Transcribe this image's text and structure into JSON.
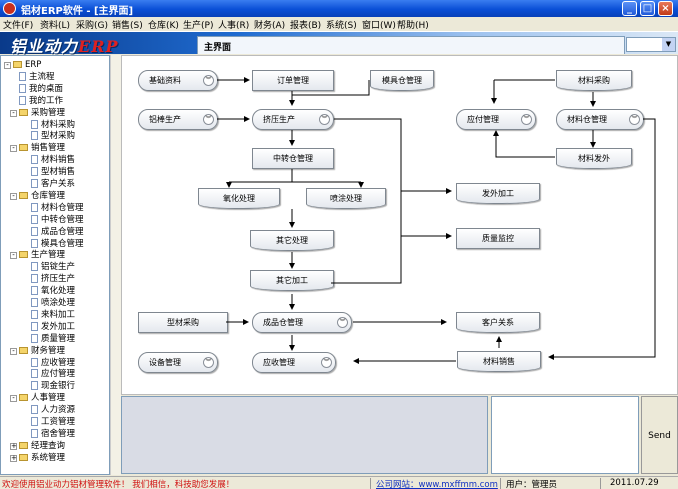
{
  "window": {
    "title": "铝材ERP软件 - [主界面]",
    "btn_min": "_",
    "btn_max": "□",
    "btn_close": "×"
  },
  "menu": [
    "文件(F)",
    "资料(L)",
    "采购(G)",
    "销售(S)",
    "仓库(K)",
    "生产(P)",
    "人事(R)",
    "财务(A)",
    "报表(B)",
    "系统(S)",
    "窗口(W)",
    "帮助(H)"
  ],
  "banner": {
    "logo_text": "铝业动力",
    "logo_suffix": "ERP",
    "tab": "主界面"
  },
  "tree": [
    {
      "label": "ERP",
      "level": 0,
      "type": "folder",
      "toggle": "-"
    },
    {
      "label": "主流程",
      "level": 1,
      "type": "doc"
    },
    {
      "label": "我的桌面",
      "level": 1,
      "type": "doc"
    },
    {
      "label": "我的工作",
      "level": 1,
      "type": "doc"
    },
    {
      "label": "采购管理",
      "level": 1,
      "type": "folder",
      "toggle": "-"
    },
    {
      "label": "材料采购",
      "level": 2,
      "type": "doc"
    },
    {
      "label": "型材采购",
      "level": 2,
      "type": "doc"
    },
    {
      "label": "销售管理",
      "level": 1,
      "type": "folder",
      "toggle": "-"
    },
    {
      "label": "材料销售",
      "level": 2,
      "type": "doc"
    },
    {
      "label": "型材销售",
      "level": 2,
      "type": "doc"
    },
    {
      "label": "客户关系",
      "level": 2,
      "type": "doc"
    },
    {
      "label": "仓库管理",
      "level": 1,
      "type": "folder",
      "toggle": "-"
    },
    {
      "label": "材料仓管理",
      "level": 2,
      "type": "doc"
    },
    {
      "label": "中转仓管理",
      "level": 2,
      "type": "doc"
    },
    {
      "label": "成品仓管理",
      "level": 2,
      "type": "doc"
    },
    {
      "label": "模具仓管理",
      "level": 2,
      "type": "doc"
    },
    {
      "label": "生产管理",
      "level": 1,
      "type": "folder",
      "toggle": "-"
    },
    {
      "label": "铝锭生产",
      "level": 2,
      "type": "doc"
    },
    {
      "label": "挤压生产",
      "level": 2,
      "type": "doc"
    },
    {
      "label": "氧化处理",
      "level": 2,
      "type": "doc"
    },
    {
      "label": "喷涂处理",
      "level": 2,
      "type": "doc"
    },
    {
      "label": "来料加工",
      "level": 2,
      "type": "doc"
    },
    {
      "label": "发外加工",
      "level": 2,
      "type": "doc"
    },
    {
      "label": "质量管理",
      "level": 2,
      "type": "doc"
    },
    {
      "label": "财务管理",
      "level": 1,
      "type": "folder",
      "toggle": "-"
    },
    {
      "label": "应收管理",
      "level": 2,
      "type": "doc"
    },
    {
      "label": "应付管理",
      "level": 2,
      "type": "doc"
    },
    {
      "label": "现金银行",
      "level": 2,
      "type": "doc"
    },
    {
      "label": "人事管理",
      "level": 1,
      "type": "folder",
      "toggle": "-"
    },
    {
      "label": "人力资源",
      "level": 2,
      "type": "doc"
    },
    {
      "label": "工资管理",
      "level": 2,
      "type": "doc"
    },
    {
      "label": "宿舍管理",
      "level": 2,
      "type": "doc"
    },
    {
      "label": "经理查询",
      "level": 1,
      "type": "folder",
      "toggle": "+"
    },
    {
      "label": "系统管理",
      "level": 1,
      "type": "folder",
      "toggle": "+"
    }
  ],
  "diagram": {
    "basic_data": "基础资料",
    "order_mgmt": "订单管理",
    "mold_warehouse": "模具仓管理",
    "material_purchase": "材料采购",
    "rod_production": "铝棒生产",
    "extrusion": "挤压生产",
    "payable": "应付管理",
    "material_warehouse": "材料仓管理",
    "transit_warehouse": "中转仓管理",
    "material_outsource": "材料发外",
    "oxidation": "氧化处理",
    "spraying": "喷涂处理",
    "outsource_processing": "发外加工",
    "other_processing": "其它处理",
    "quality_control": "质量监控",
    "other_work": "其它加工",
    "profile_purchase": "型材采购",
    "finished_warehouse": "成品仓管理",
    "customer_relation": "客户关系",
    "equipment_mgmt": "设备管理",
    "receivable": "应收管理",
    "material_sales": "材料销售",
    "chevron": "︾"
  },
  "send": "Send",
  "status": {
    "welcome": "欢迎使用铝业动力铝材管理软件！ 我们相信，科技助您发展！",
    "website": "公司网站：www.mxffmm.com",
    "user": "用户：管理员",
    "date": "2011.07.29"
  }
}
